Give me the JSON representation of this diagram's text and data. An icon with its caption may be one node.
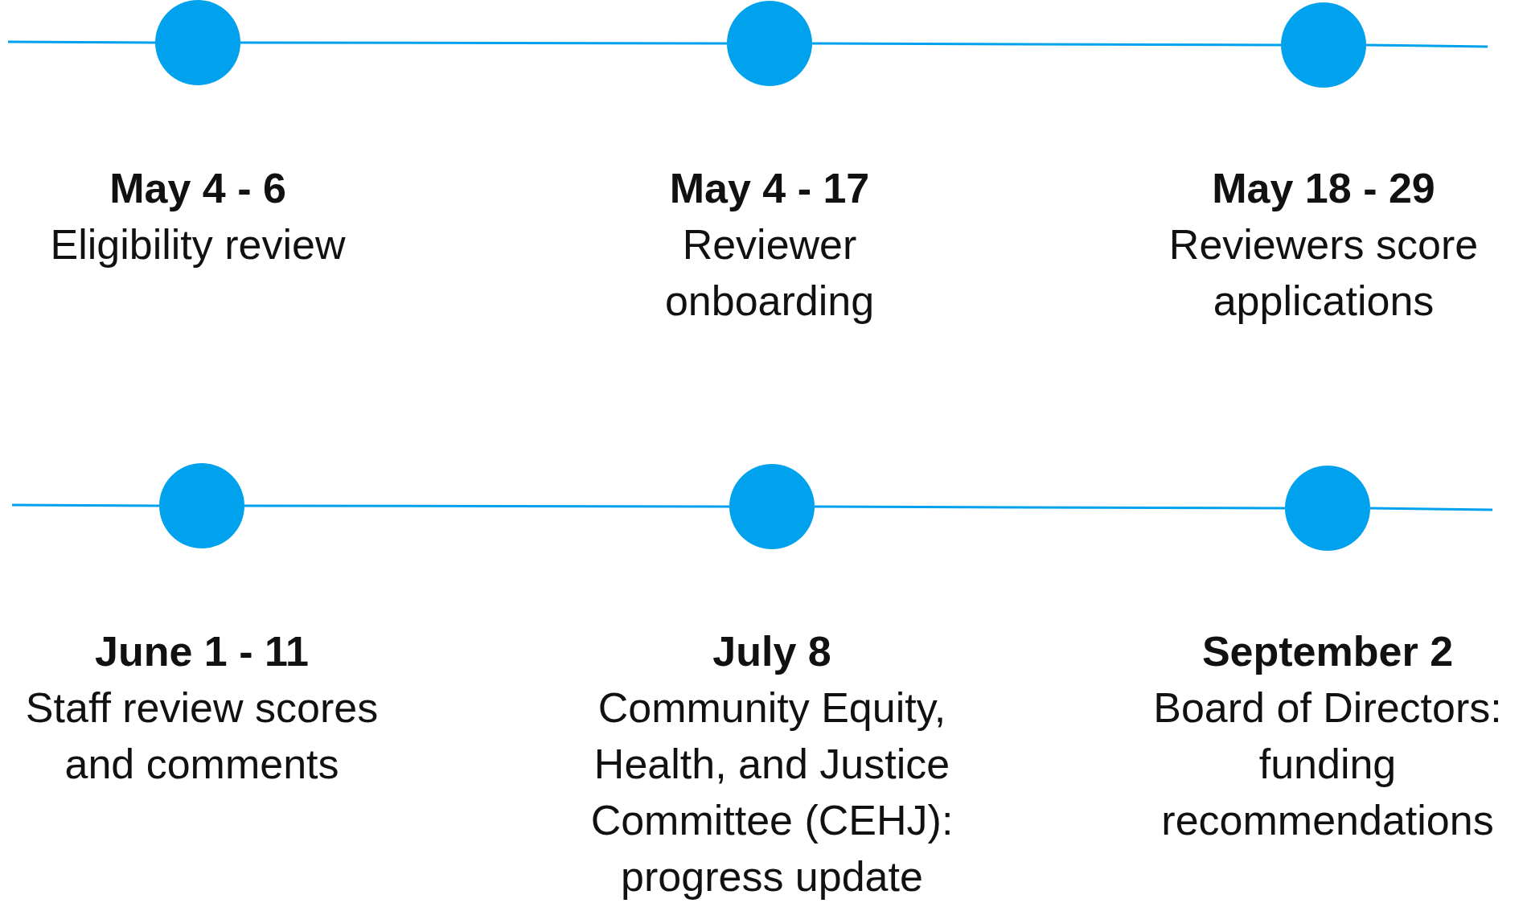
{
  "diagram": {
    "nodes": [
      {
        "text": [],
        "shape": "circle",
        "beside": [
          "May 4 - 6",
          "Eligibility review"
        ]
      },
      {
        "text": [],
        "shape": "circle",
        "beside": [
          "May 4 - 17",
          "Reviewer onboarding"
        ]
      },
      {
        "text": [],
        "shape": "circle",
        "beside": [
          "May 18 - 29",
          "Reviewers score applications"
        ]
      },
      {
        "text": [],
        "shape": "circle",
        "beside": [
          "June 1 - 11",
          "Staff review scores and comments"
        ]
      },
      {
        "text": [],
        "shape": "circle",
        "beside": [
          "July 8",
          "Community Equity, Health, and Justice Committee (CEHJ): progress update"
        ]
      },
      {
        "text": [],
        "shape": "circle",
        "beside": [
          "September 2",
          "Board of Directors: funding recommendations"
        ]
      }
    ],
    "edges": [
      {
        "from": null,
        "to": 0,
        "arrow": "none"
      },
      {
        "from": 0,
        "to": 1,
        "arrow": "none"
      },
      {
        "from": 1,
        "to": 2,
        "arrow": "none"
      },
      {
        "from": 2,
        "to": null,
        "arrow": "none"
      },
      {
        "from": null,
        "to": 3,
        "arrow": "none"
      },
      {
        "from": 3,
        "to": 4,
        "arrow": "none"
      },
      {
        "from": 4,
        "to": 5,
        "arrow": "none"
      },
      {
        "from": 5,
        "to": null,
        "arrow": "none"
      }
    ]
  }
}
